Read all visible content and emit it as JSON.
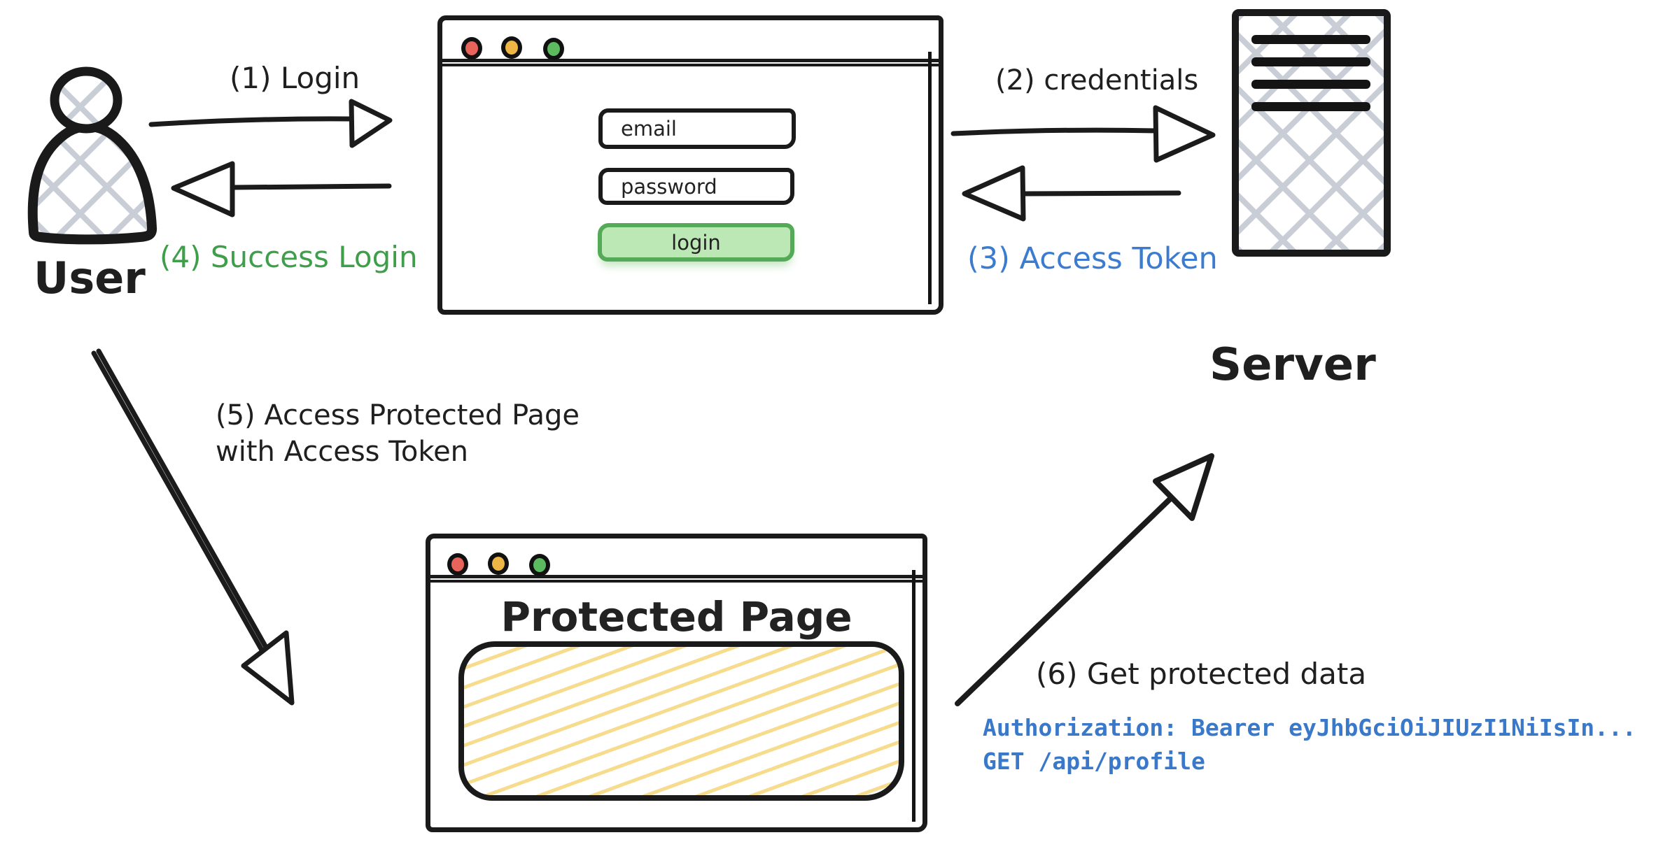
{
  "actors": {
    "user_label": "User",
    "server_label": "Server"
  },
  "steps": {
    "step1": "(1) Login",
    "step2": "(2) credentials",
    "step3": "(3) Access Token",
    "step4": "(4) Success Login",
    "step5_line1": "(5) Access Protected Page",
    "step5_line2": "with Access Token",
    "step6": "(6) Get protected data"
  },
  "browser_window": {
    "email_placeholder": "email",
    "password_placeholder": "password",
    "login_button": "login"
  },
  "protected_window": {
    "title": "Protected Page"
  },
  "code": {
    "authorization_header": "Authorization: Bearer eyJhbGciOiJIUzI1NiIsIn...",
    "request_line": "GET /api/profile"
  },
  "icons": {
    "window_controls": [
      "red-dot",
      "yellow-dot",
      "green-dot"
    ],
    "user_figure": "person-silhouette",
    "server_figure": "server-tower"
  },
  "colors": {
    "ink": "#1a1a1a",
    "green_text": "#3f9e49",
    "blue_text": "#3b7cd0",
    "code_blue": "#3a78c9",
    "dot_red": "#e8635a",
    "dot_yellow": "#eeb644",
    "dot_green": "#5cba5f",
    "button_fill": "#bce8b5",
    "button_stroke": "#55aa57",
    "crosshatch_gray": "#c9cdd6",
    "hatch_yellow": "#f6dc8c"
  }
}
